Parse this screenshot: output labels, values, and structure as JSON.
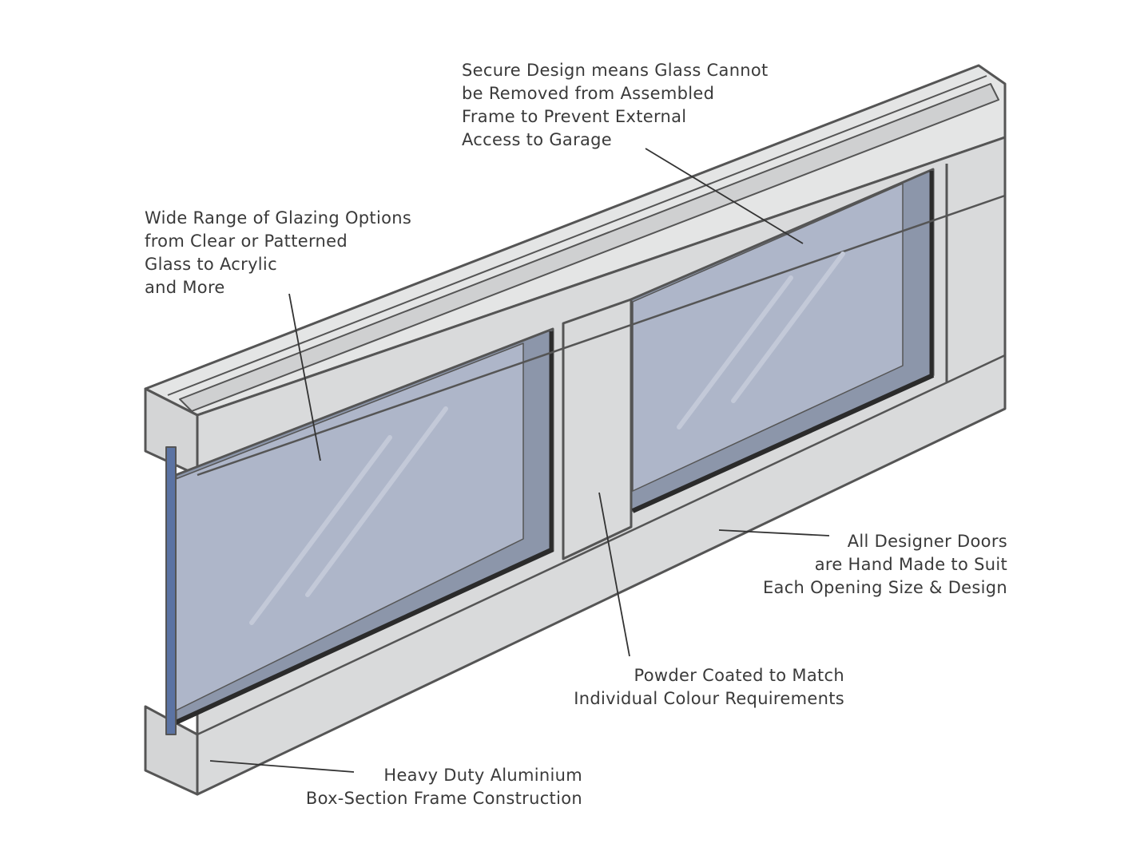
{
  "title": "Designer Door Window Frame Diagram",
  "colors": {
    "frame": "#d9dadb",
    "frame_top": "#e4e5e5",
    "stroke": "#555555",
    "glass": "#aeb6c9",
    "reveal": "#8c96aa",
    "seal": "#2b2b2b",
    "glass_edge": "#5b73a3",
    "leader": "#333333",
    "text": "#3a3a3a"
  },
  "callouts": [
    {
      "id": "secure",
      "lines": [
        "Secure Design means Glass Cannot",
        "be Removed from Assembled",
        "Frame to Prevent External",
        "Access to Garage"
      ]
    },
    {
      "id": "glazing",
      "lines": [
        "Wide Range of Glazing Options",
        "from Clear or Patterned",
        "Glass to Acrylic",
        "and More"
      ]
    },
    {
      "id": "handmade",
      "lines": [
        "All Designer Doors",
        "are Hand Made to Suit",
        "Each Opening Size & Design"
      ]
    },
    {
      "id": "powder",
      "lines": [
        "Powder Coated to Match",
        "Individual Colour Requirements"
      ]
    },
    {
      "id": "aluminium",
      "lines": [
        "Heavy Duty Aluminium",
        "Box-Section Frame Construction"
      ]
    }
  ]
}
